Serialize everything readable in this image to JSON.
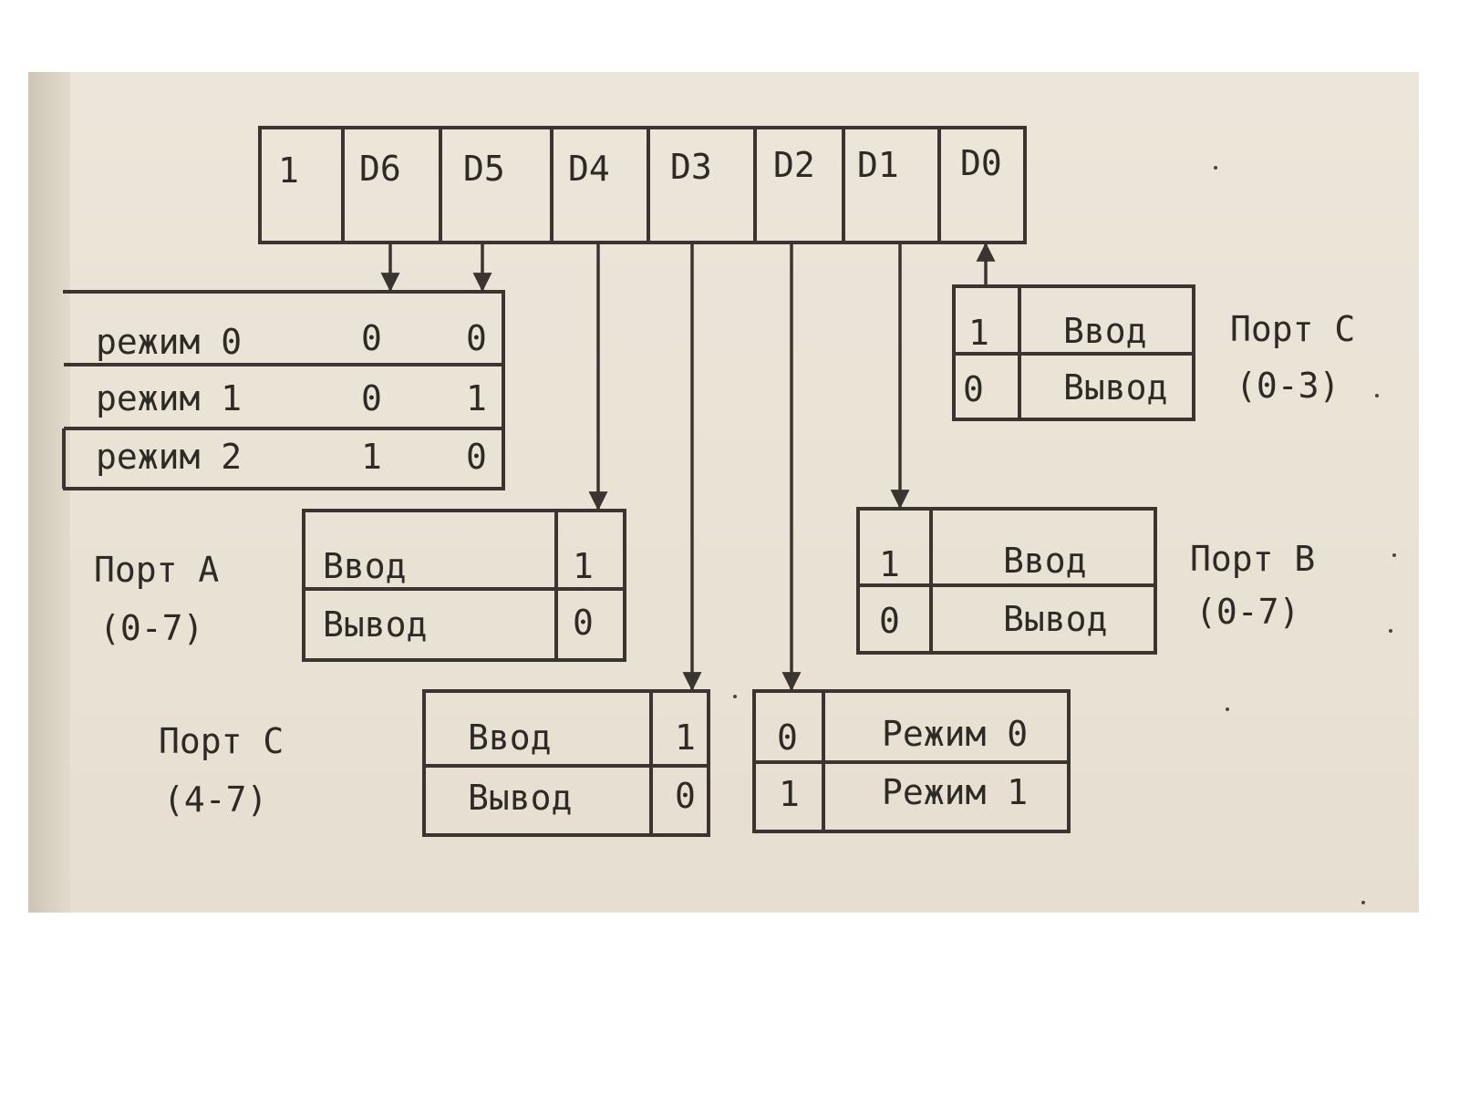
{
  "register": {
    "bits": [
      "1",
      "D6",
      "D5",
      "D4",
      "D3",
      "D2",
      "D1",
      "D0"
    ]
  },
  "mode_table": {
    "rows": [
      {
        "label": "режим 0",
        "d6": "0",
        "d5": "0"
      },
      {
        "label": "режим 1",
        "d6": "0",
        "d5": "1"
      },
      {
        "label": "режим 2",
        "d6": "1",
        "d5": "0"
      }
    ]
  },
  "port_a": {
    "title": "Порт А",
    "range": "(0-7)",
    "rows": [
      {
        "label": "Ввод",
        "value": "1"
      },
      {
        "label": "Вывод",
        "value": "0"
      }
    ]
  },
  "port_c_high": {
    "title": "Порт С",
    "range": "(4-7)",
    "rows": [
      {
        "label": "Ввод",
        "value": "1"
      },
      {
        "label": "Вывод",
        "value": "0"
      }
    ]
  },
  "group_b_mode": {
    "rows": [
      {
        "value": "0",
        "label": "Режим 0"
      },
      {
        "value": "1",
        "label": "Режим 1"
      }
    ]
  },
  "port_b": {
    "title": "Порт В",
    "range": "(0-7)",
    "rows": [
      {
        "value": "1",
        "label": "Ввод"
      },
      {
        "value": "0",
        "label": "Вывод"
      }
    ]
  },
  "port_c_low": {
    "title": "Порт С",
    "range": "(0-3)",
    "rows": [
      {
        "value": "1",
        "label": "Ввод"
      },
      {
        "value": "0",
        "label": "Вывод"
      }
    ]
  }
}
